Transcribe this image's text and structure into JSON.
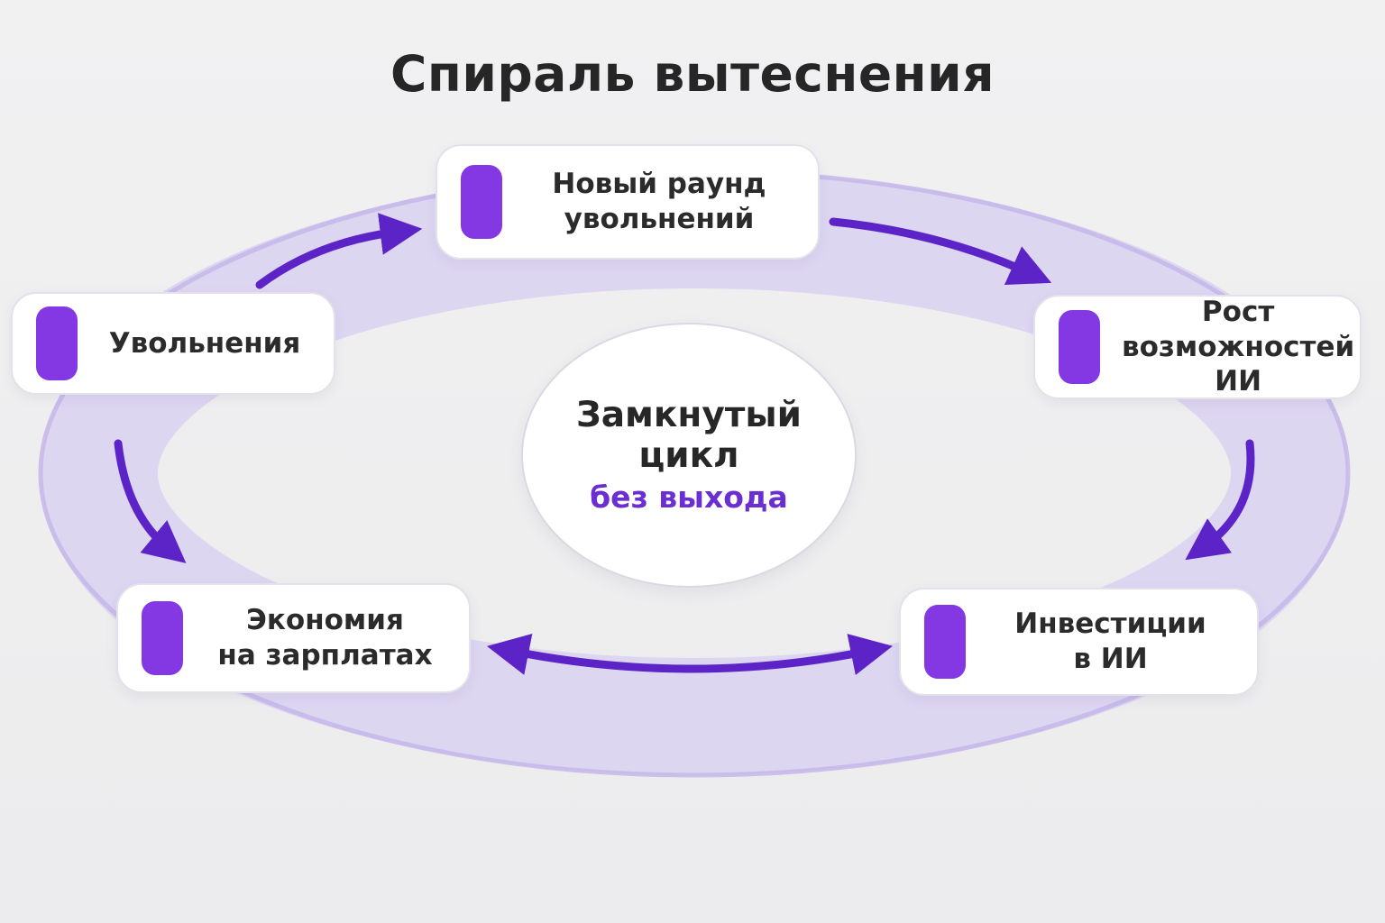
{
  "title": "Спираль вытеснения",
  "center": {
    "title": "Замкнутый\nцикл",
    "subtitle": "без выхода"
  },
  "nodes": {
    "new_round": {
      "label": "Новый раунд\nувольнений"
    },
    "layoffs": {
      "label": "Увольнения"
    },
    "ai_growth": {
      "label": "Рост\nвозможностей ИИ"
    },
    "investments": {
      "label": "Инвестиции\nв ИИ"
    },
    "savings": {
      "label": "Экономия\nна зарплатах"
    }
  },
  "icons": {
    "node_marker": "purple-pill-icon"
  },
  "colors": {
    "background": "#efefef",
    "ring_fill": "#ddd6f1",
    "ring_edge": "#c6b7ea",
    "arrow": "#5c24c6",
    "node_icon": "#8438e4",
    "accent_text": "#6a2ed2",
    "text": "#2b2b2b"
  }
}
